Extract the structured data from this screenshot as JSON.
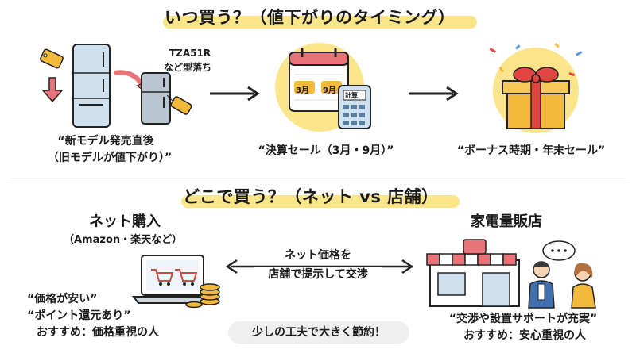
{
  "when": {
    "title": "いつ買う？（値下がりのタイミング）",
    "model_tag": "TZA51R",
    "model_tag_sub": "など型落ち",
    "new_model_line1": "“新モデル発売直後",
    "new_model_line2": "（旧モデルが値下がり）”",
    "calendar_month1": "3月",
    "calendar_month2": "9月",
    "calculator_label": "計算",
    "settlement": "“決算セール（3月・9月）”",
    "bonus": "“ボーナス時期・年末セール”"
  },
  "where": {
    "title": "どこで買う？（ネット vs 店舗）",
    "online_title": "ネット購入",
    "online_sub": "（Amazon・楽天など）",
    "negotiate_line1": "ネット価格を",
    "negotiate_line2": "店舗で提示して交渉",
    "store_title": "家電量販店",
    "online_point1": "“価格が安い”",
    "online_point2": "“ポイント還元あり”",
    "online_recommend": "おすすめ：価格重視の人",
    "store_point1": "“交渉や設置サポートが充実”",
    "store_recommend": "おすすめ：安心重視の人",
    "tip": "少しの工夫で大きく節約！"
  },
  "colors": {
    "highlight": "#fbe58a",
    "accent_red": "#e8747a",
    "gold": "#f2b93b",
    "gift_red": "#e0453f",
    "fridge": "#cfe0ee"
  }
}
